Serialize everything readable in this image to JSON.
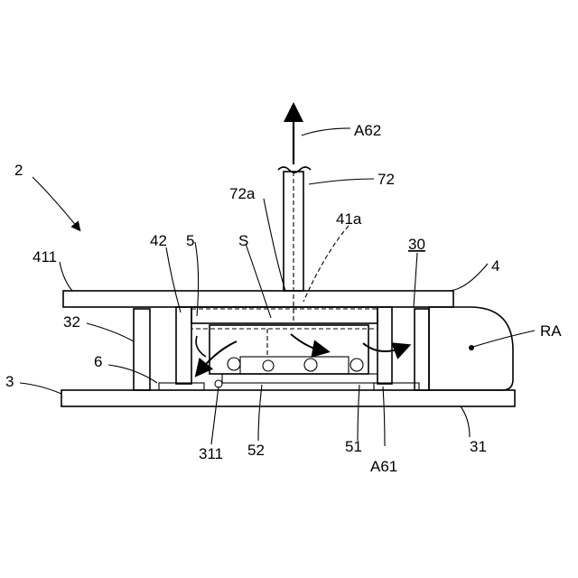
{
  "labels": {
    "l2": "2",
    "l411": "411",
    "l42": "42",
    "l5": "5",
    "lS": "S",
    "l72a": "72a",
    "l41a": "41a",
    "l30": "30",
    "l4": "4",
    "lRA": "RA",
    "l32": "32",
    "l6": "6",
    "l3": "3",
    "l311": "311",
    "l52": "52",
    "l51": "51",
    "lA61": "A61",
    "l31": "31",
    "lA62": "A62",
    "l72": "72"
  }
}
